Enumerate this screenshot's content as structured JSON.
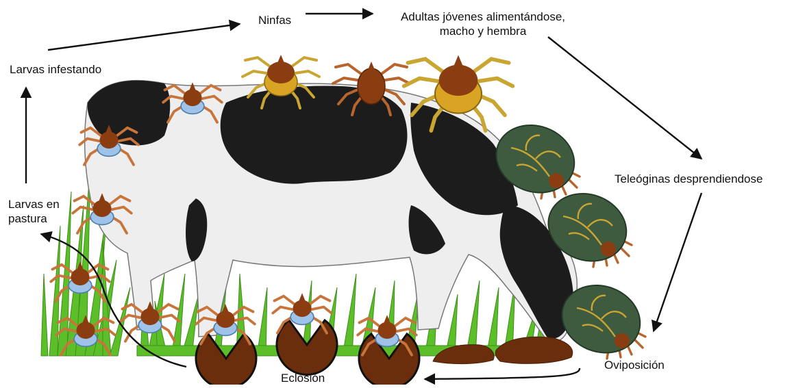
{
  "diagram": {
    "stages": {
      "larvas_pastura_line1": "Larvas en",
      "larvas_pastura_line2": "pastura",
      "larvas_infestando": "Larvas infestando",
      "ninfas": "Ninfas",
      "adultas_line1": "Adultas jóvenes alimentándose,",
      "adultas_line2": "macho y hembra",
      "teleoginas": "Teleóginas desprendiendose",
      "oviposicion": "Oviposición",
      "eclosion": "Eclosión"
    },
    "colors": {
      "tick_body": "#8b3d12",
      "tick_leg": "#c8743a",
      "larva_abdomen": "#9ec2e8",
      "nymph_abdomen": "#d9a323",
      "engorged_female": "#3e5b40",
      "egg_shell": "#6b2e0c",
      "grass": "#5cbf2a",
      "cow_black": "#1c1c1c",
      "cow_white": "#eeeeee"
    }
  }
}
